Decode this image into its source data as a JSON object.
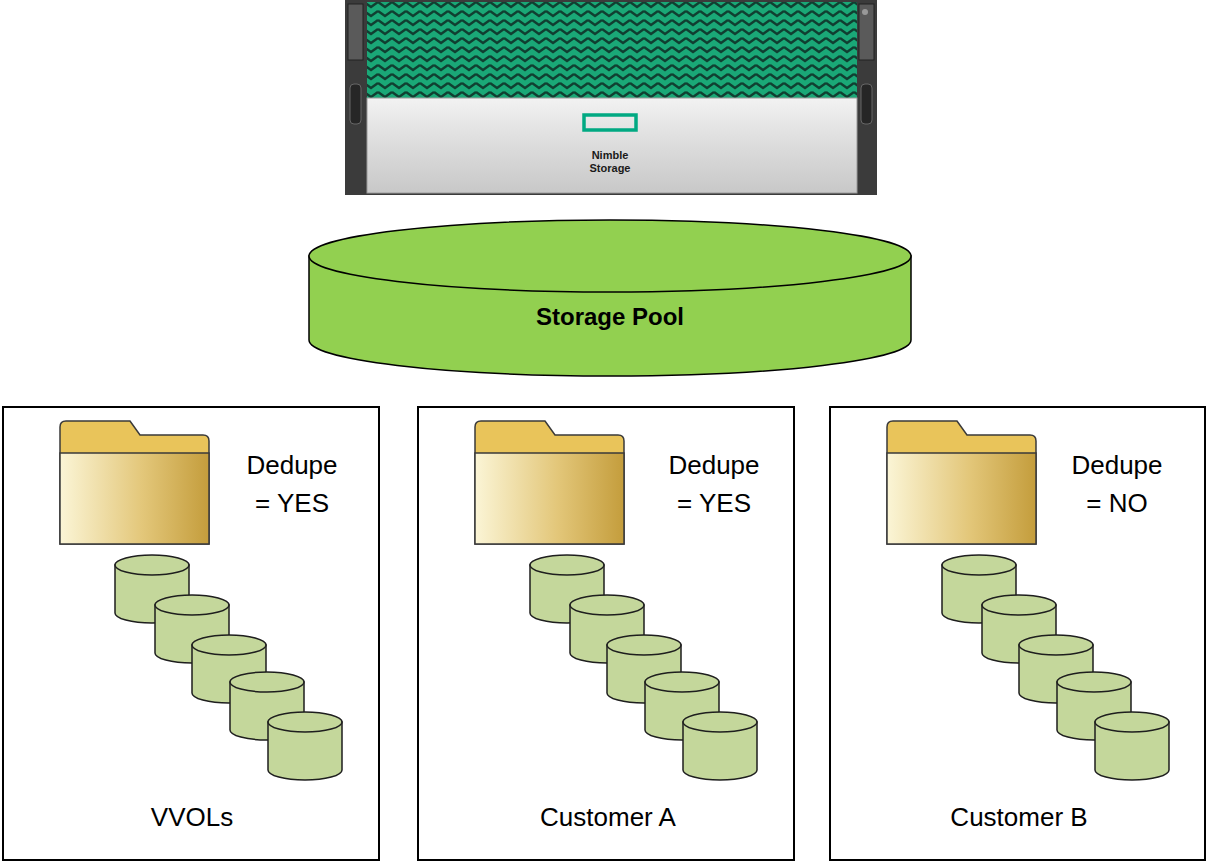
{
  "diagram": {
    "nodes": [
      {
        "text": [
          "Storage Pool"
        ]
      },
      {
        "text": [
          "Dedupe = YES",
          "VVOLs"
        ]
      },
      {
        "text": [
          "Dedupe = YES",
          "Customer A"
        ]
      },
      {
        "text": [
          "Dedupe = NO",
          "Customer B"
        ]
      }
    ],
    "labels": [
      "Nimble Storage"
    ]
  }
}
